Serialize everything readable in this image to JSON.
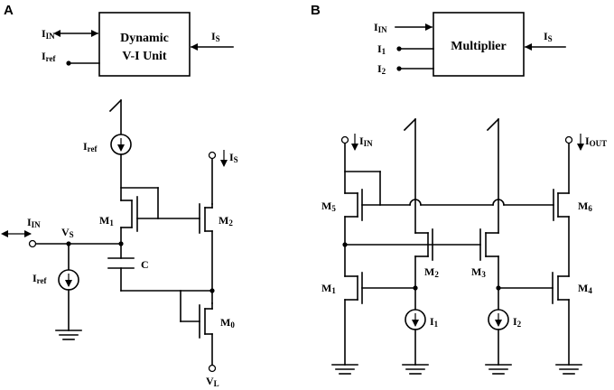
{
  "panels": [
    "A",
    "B"
  ],
  "panel_a": {
    "block": {
      "line1": "Dynamic",
      "line2": "V-I Unit"
    },
    "block_ports": {
      "in": {
        "main": "I",
        "sub": "IN"
      },
      "ref": {
        "main": "I",
        "sub": "ref"
      },
      "s": {
        "main": "I",
        "sub": "S"
      }
    },
    "circuit": {
      "iref_top": {
        "main": "I",
        "sub": "ref"
      },
      "iref_left": {
        "main": "I",
        "sub": "ref"
      },
      "is": {
        "main": "I",
        "sub": "S"
      },
      "iin": {
        "main": "I",
        "sub": "IN"
      },
      "vs": {
        "main": "V",
        "sub": "S"
      },
      "vl": {
        "main": "V",
        "sub": "L"
      },
      "m1": {
        "main": "M",
        "sub": "1"
      },
      "m2": {
        "main": "M",
        "sub": "2"
      },
      "m0": {
        "main": "M",
        "sub": "0"
      },
      "cap": "C"
    }
  },
  "panel_b": {
    "block": {
      "line1": "Multiplier"
    },
    "block_ports": {
      "in": {
        "main": "I",
        "sub": "IN"
      },
      "i1": {
        "main": "I",
        "sub": "1"
      },
      "i2": {
        "main": "I",
        "sub": "2"
      },
      "s": {
        "main": "I",
        "sub": "S"
      }
    },
    "circuit": {
      "iin": {
        "main": "I",
        "sub": "IN"
      },
      "iout": {
        "main": "I",
        "sub": "OUT"
      },
      "m5": {
        "main": "M",
        "sub": "5"
      },
      "m6": {
        "main": "M",
        "sub": "6"
      },
      "m1": {
        "main": "M",
        "sub": "1"
      },
      "m2": {
        "main": "M",
        "sub": "2"
      },
      "m3": {
        "main": "M",
        "sub": "3"
      },
      "m4": {
        "main": "M",
        "sub": "4"
      },
      "i1": {
        "main": "I",
        "sub": "1"
      },
      "i2": {
        "main": "I",
        "sub": "2"
      }
    }
  }
}
